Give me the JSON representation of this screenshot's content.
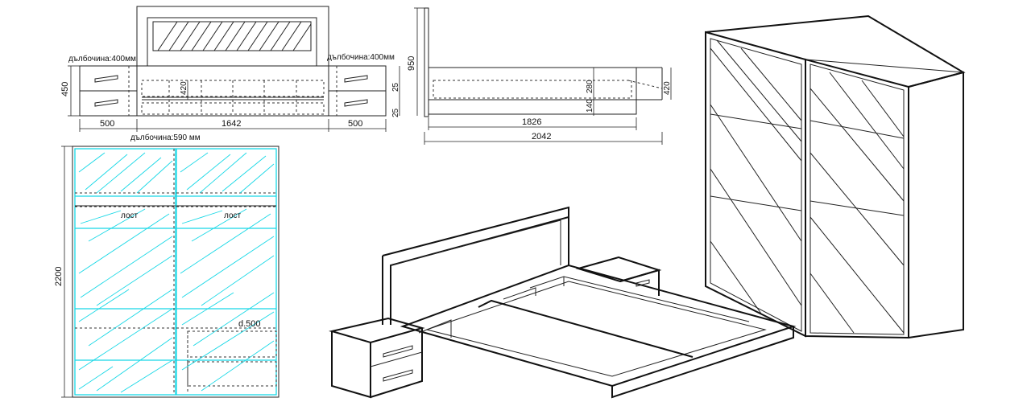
{
  "bed_elevation": {
    "depth_left": "дълбочина:400мм",
    "depth_right": "дълбочина:400мм",
    "depth_bottom": "дълбочина:590 мм",
    "height_nightstand": "450",
    "inner_420": "420",
    "inner_25": "25",
    "inner_25b": "25",
    "width_left": "500",
    "width_bed": "1642",
    "width_right": "500"
  },
  "bed_side": {
    "height_headboard": "950",
    "inner_280": "280",
    "inner_140": "140",
    "inner_420": "420",
    "length_inner": "1826",
    "length_total": "2042"
  },
  "wardrobe_front": {
    "height": "2200",
    "shelf_left": "лост",
    "shelf_right": "лост",
    "drawer_depth": "d.500"
  },
  "colors": {
    "line": "#222222",
    "mirror_hatch": "#18d8e6",
    "background": "#ffffff"
  }
}
